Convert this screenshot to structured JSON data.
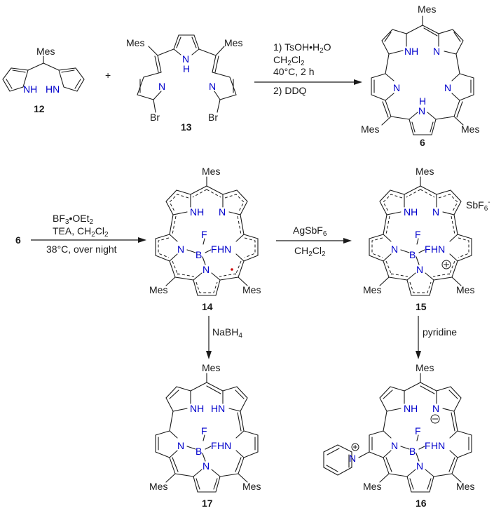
{
  "scheme": {
    "substituent_label": "Mes",
    "colors": {
      "heteroatom": "#0000cc",
      "bond": "#1a1a1a",
      "radical": "#cc0000"
    },
    "compounds": {
      "c12": {
        "id": "12",
        "atoms": [
          "NH",
          "HN"
        ]
      },
      "c13": {
        "id": "13",
        "atoms": [
          "N",
          "H",
          "N",
          "N",
          "Br",
          "Br"
        ]
      },
      "c6": {
        "id": "6",
        "atoms": [
          "NH",
          "N",
          "N",
          "N",
          "H",
          "N"
        ]
      },
      "c14": {
        "id": "14",
        "atoms": [
          "NH",
          "N",
          "N",
          "B",
          "F",
          "F",
          "HN",
          "N"
        ],
        "marker": "radical-dot"
      },
      "c15": {
        "id": "15",
        "atoms": [
          "NH",
          "N",
          "N",
          "B",
          "F",
          "F",
          "HN",
          "N"
        ],
        "counterion": "SbF6",
        "counterion_charge": "-",
        "charge": "+"
      },
      "c17": {
        "id": "17",
        "atoms": [
          "NH",
          "HN",
          "N",
          "B",
          "F",
          "F",
          "HN",
          "N"
        ]
      },
      "c16": {
        "id": "16",
        "atoms": [
          "NH",
          "N",
          "N",
          "B",
          "F",
          "F",
          "HN",
          "N",
          "N"
        ],
        "charges": [
          "-",
          "+"
        ]
      }
    },
    "plus_sign": "+",
    "arrows": {
      "step1": {
        "above": [
          "1) TsOH•H2O",
          "CH2Cl2",
          "40°C, 2 h"
        ],
        "below": [
          "2) DDQ"
        ]
      },
      "step2": {
        "start_label": "6",
        "above": [
          "BF3•OEt2",
          "TEA, CH2Cl2"
        ],
        "below": [
          "38°C, over night"
        ]
      },
      "step3": {
        "above": [
          "AgSbF6"
        ],
        "below": [
          "CH2Cl2"
        ]
      },
      "step4": {
        "label": "NaBH4"
      },
      "step5": {
        "label": "pyridine"
      }
    }
  }
}
